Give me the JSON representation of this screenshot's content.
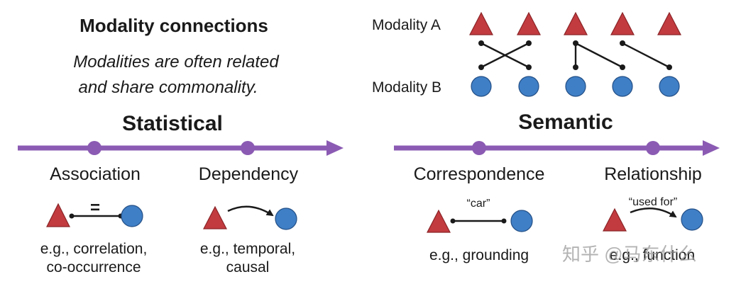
{
  "header": {
    "title": "Modality connections",
    "subtitle_line1": "Modalities are often related",
    "subtitle_line2": "and share commonality."
  },
  "modalities": {
    "a_label": "Modality A",
    "b_label": "Modality B"
  },
  "statistical": {
    "title": "Statistical",
    "association": {
      "label": "Association",
      "symbol": "=",
      "example_line1": "e.g., correlation,",
      "example_line2": "co-occurrence"
    },
    "dependency": {
      "label": "Dependency",
      "example_line1": "e.g., temporal,",
      "example_line2": "causal"
    }
  },
  "semantic": {
    "title": "Semantic",
    "correspondence": {
      "label": "Correspondence",
      "quote": "“car”",
      "example": "e.g., grounding"
    },
    "relationship": {
      "label": "Relationship",
      "quote": "“used for”",
      "example": "e.g., function"
    }
  },
  "watermark": "知乎 @马东什么",
  "colors": {
    "triangle": "#c23b3f",
    "circle": "#3f7fc6",
    "axis": "#8b5bb3"
  }
}
